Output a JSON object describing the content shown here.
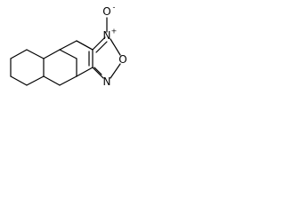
{
  "structure": {
    "atoms": {
      "oxide_oxygen": {
        "symbol": "O",
        "charge": "-"
      },
      "nitrogen_top": {
        "symbol": "N",
        "charge": "+"
      },
      "ring_oxygen": {
        "symbol": "O",
        "charge": ""
      },
      "nitrogen_bottom": {
        "symbol": "N",
        "charge": ""
      }
    },
    "colors": {
      "bond": "#000000",
      "label": "#000000",
      "background": "#ffffff"
    }
  }
}
